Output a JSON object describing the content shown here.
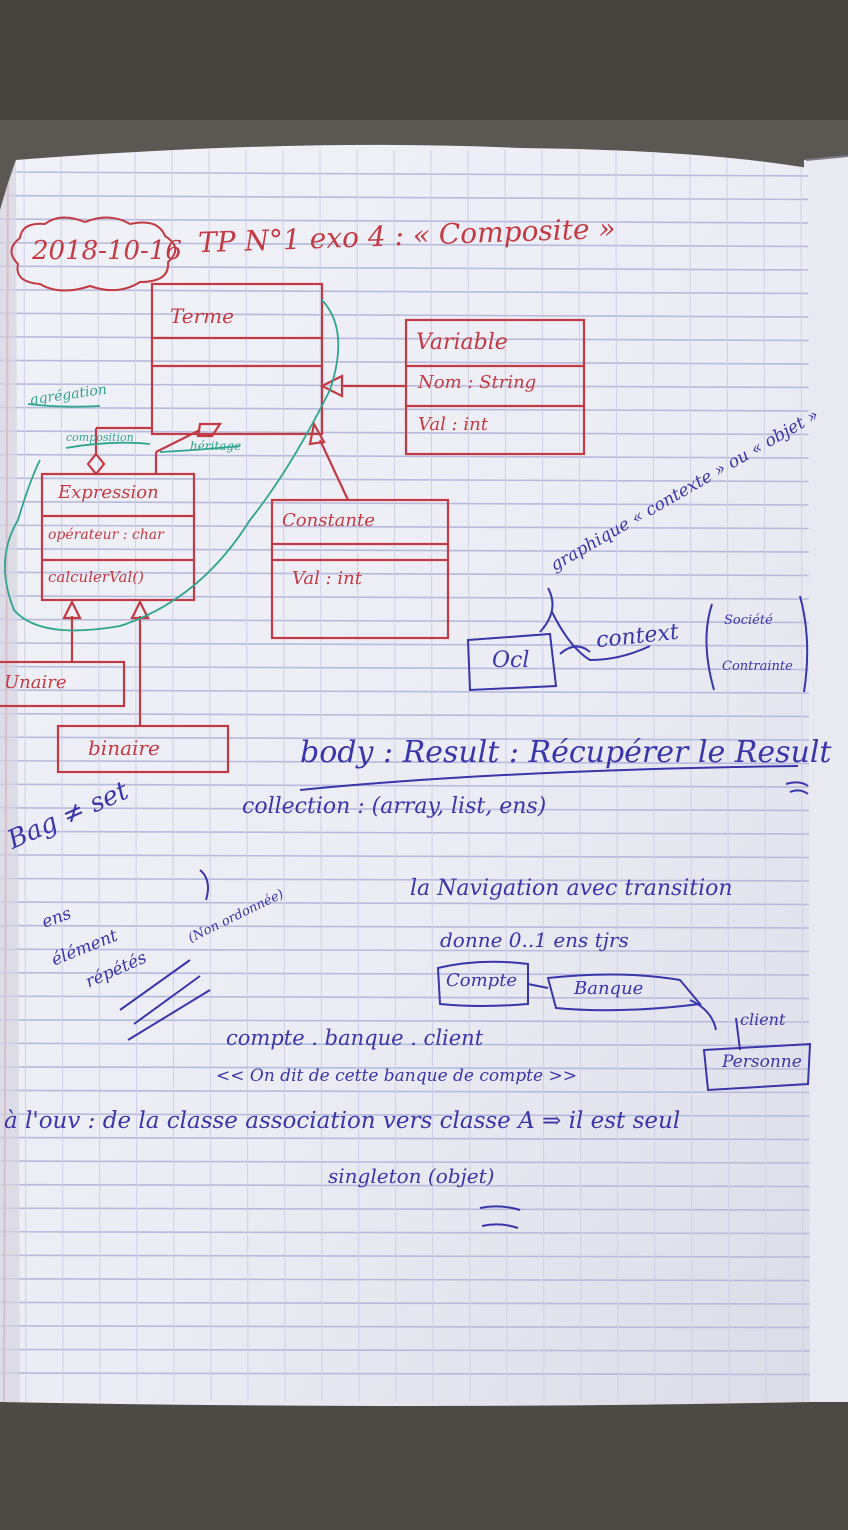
{
  "photo": {
    "subject": "handwritten notebook page",
    "paper_color": "#eeeef5",
    "grid_color": "#b9bcd8",
    "margin_color": "#e07a86",
    "ink_blue": "#3a35a8",
    "ink_red": "#c23a43",
    "ink_green": "#2fa58e"
  },
  "heading": {
    "date": "2018-10-16",
    "title": "TP N°1  exo 4 : « Composite »"
  },
  "uml": {
    "terme": "Terme",
    "variable": [
      "Variable",
      "Nom : String",
      "Val : int"
    ],
    "expression": [
      "Expression",
      "opérateur : char",
      "calculerVal()"
    ],
    "constante": [
      "Constante",
      "Val : int"
    ],
    "unaire": "Unaire",
    "binaire": "binaire",
    "labels": [
      "composition",
      "héritage",
      "agrégation"
    ]
  },
  "notes": {
    "graph": "graphique « contexte » ou « objet »",
    "ocl_box": "Ocl",
    "context": "context",
    "context_note": [
      "Société",
      "Contrainte"
    ],
    "body": "body :  Result : Récupérer le Result",
    "collections": "collection : (array, list, ens)",
    "bag": "Bag ≠ set",
    "bag_sub": [
      "ens",
      "élément",
      "répétés"
    ],
    "bag_side": "(Non ordonnée)",
    "navigation": [
      "la Navigation avec transition",
      "donne 0..1 ens tjrs"
    ],
    "compte_box": "Compte",
    "banque_box": "Banque",
    "client": "client",
    "personne": "Personne",
    "expression": "compte . banque . client",
    "expression_note": "<< On dit de cette banque de compte >>",
    "classe_asso": "à l'ouv : de la classe association  vers classe A ⇒ il est seul",
    "singleton": "singleton (objet)"
  }
}
